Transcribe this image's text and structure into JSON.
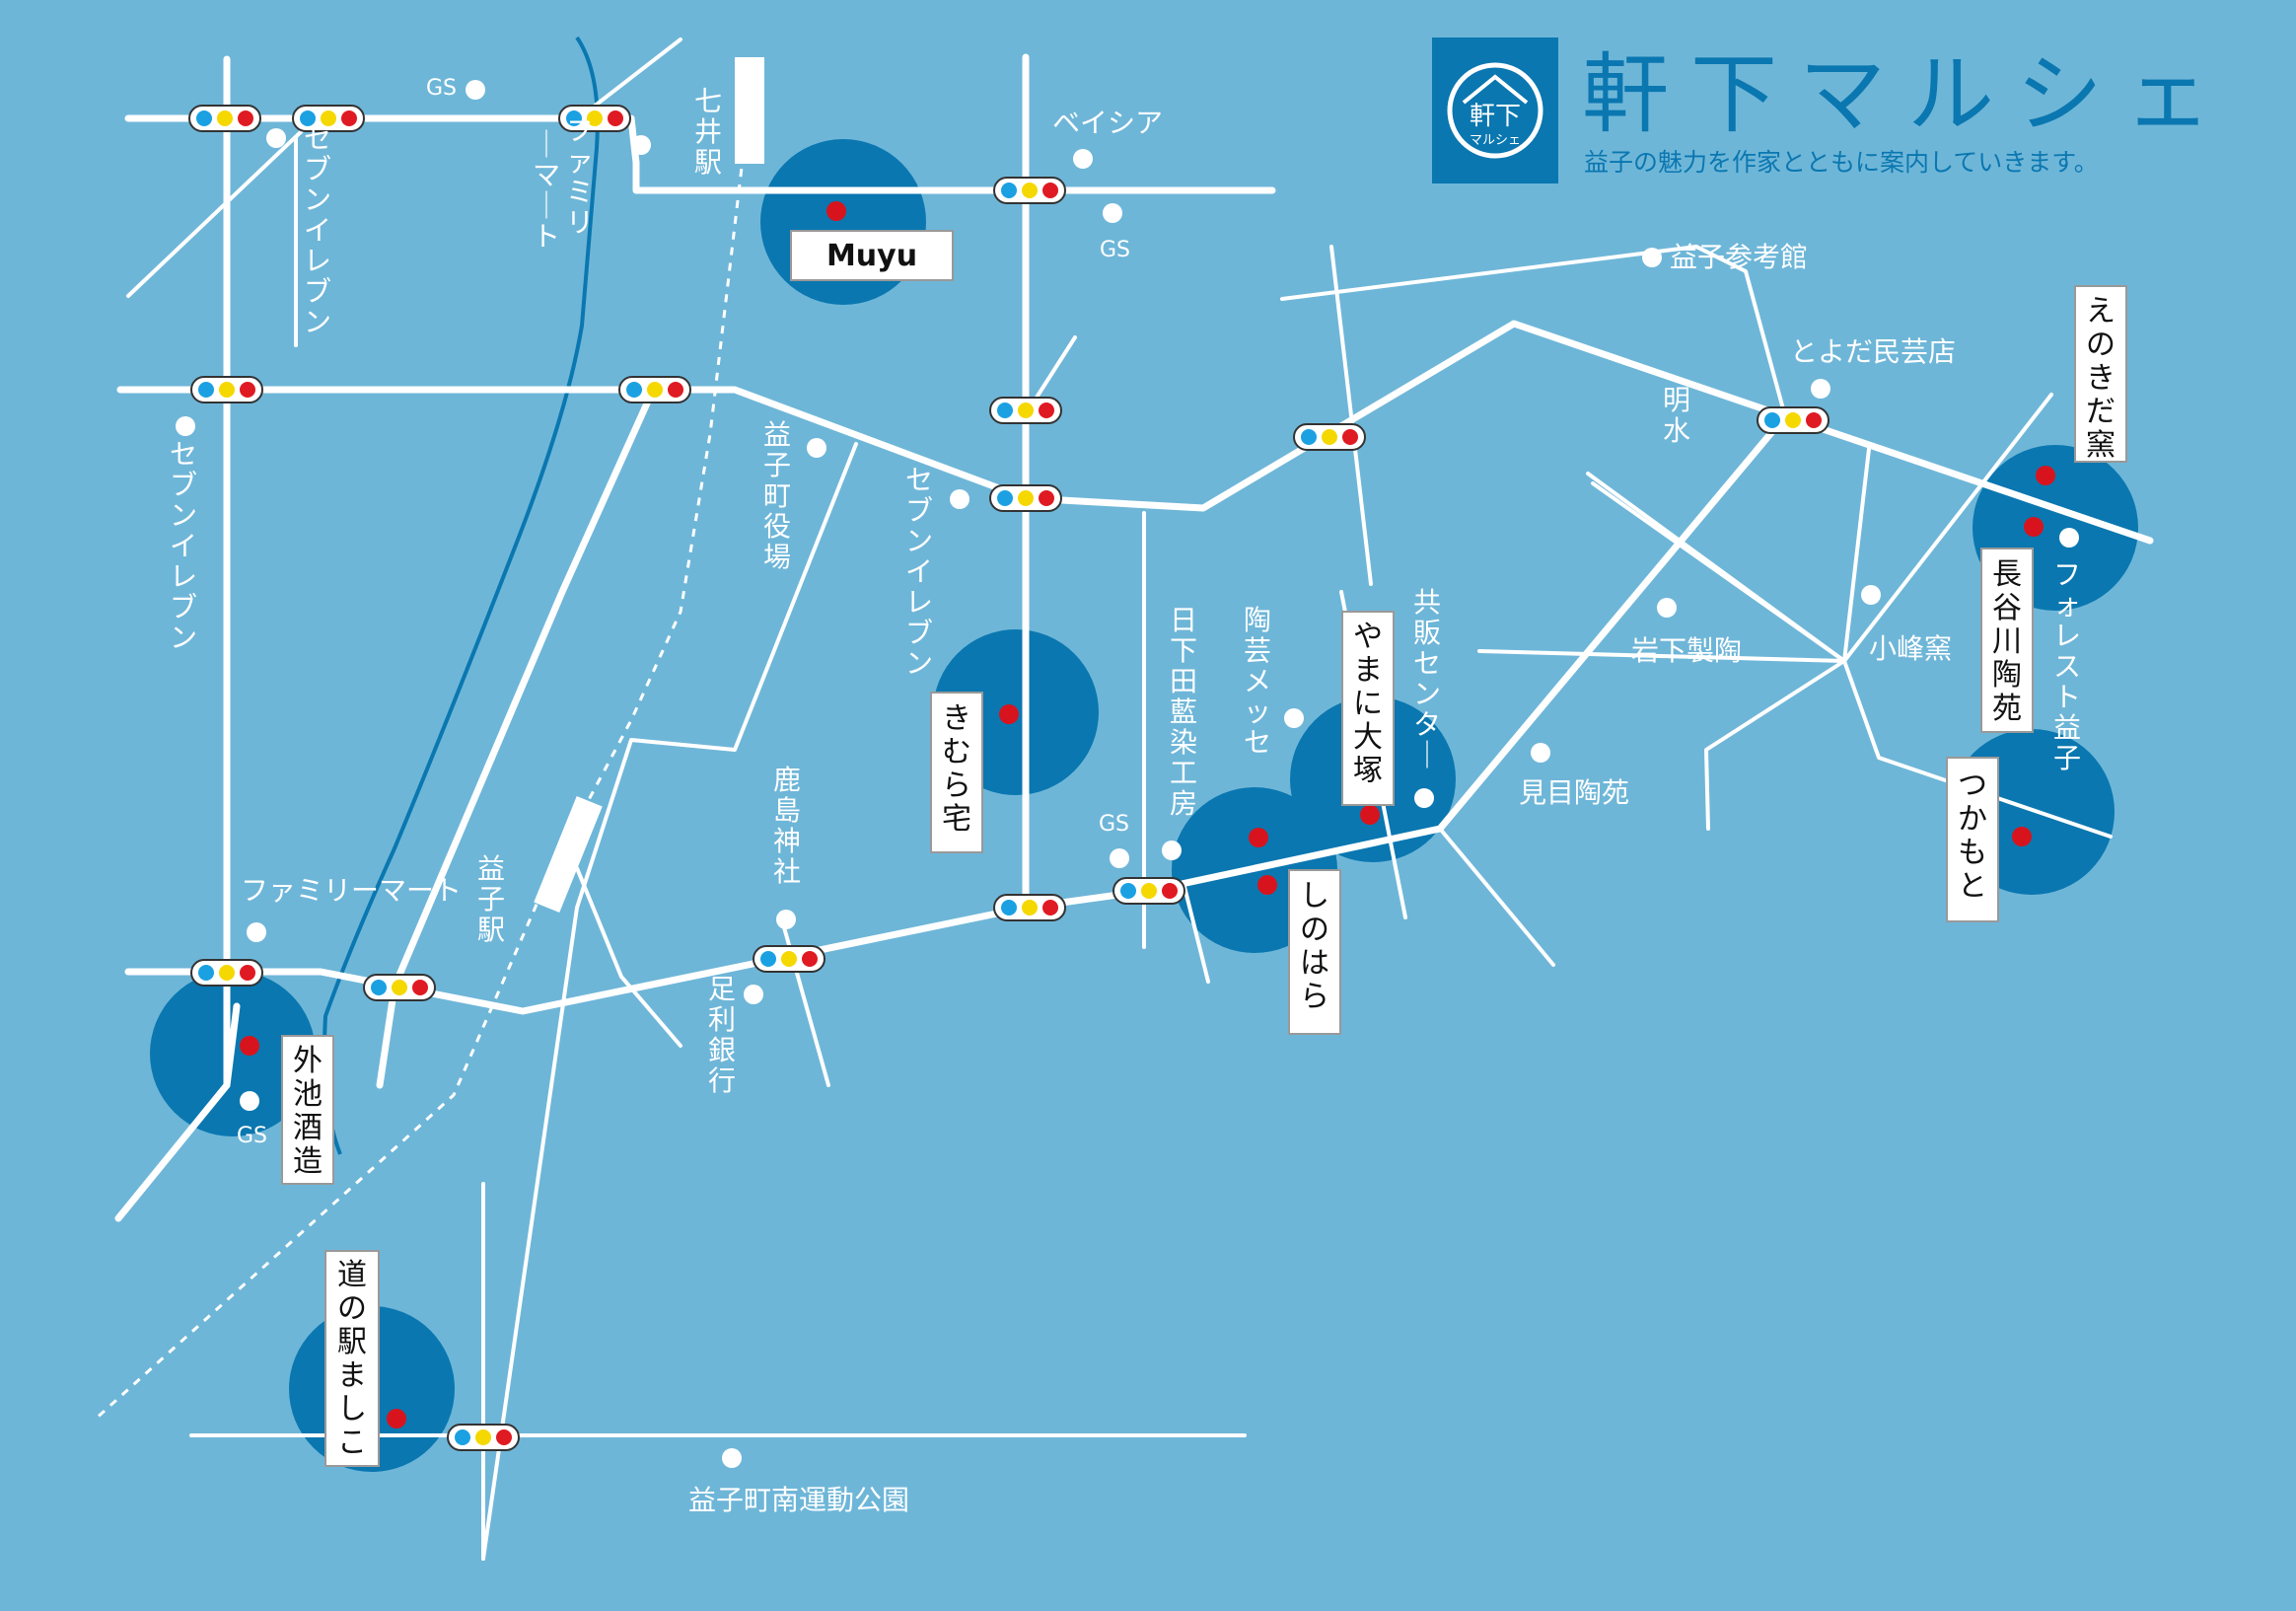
{
  "header": {
    "title": "軒下マルシェ",
    "subtitle": "益子の魅力を作家とともに案内していきます。",
    "logo_main": "軒下",
    "logo_sub": "マルシェ"
  },
  "colors": {
    "background": "#6eb6d8",
    "circle": "#0a77b0",
    "road": "#ffffff",
    "river": "#0a77b0",
    "marker": "#d7141d",
    "signal_blue": "#1ba1e2",
    "signal_yellow": "#f5d800",
    "signal_red": "#e01a22"
  },
  "venues": [
    {
      "name": "Muyu"
    },
    {
      "name": "きむら宅"
    },
    {
      "name": "外池酒造"
    },
    {
      "name": "道の駅ましこ"
    },
    {
      "name": "しのはら"
    },
    {
      "name": "やまに大塚"
    },
    {
      "name": "えのきだ窯"
    },
    {
      "name": "長谷川陶苑"
    },
    {
      "name": "つかもと"
    }
  ],
  "places": {
    "gs": "GS",
    "seven_eleven": "セブンイレブン",
    "family_mart_v": "ファミリーマート",
    "family_mart_h": "ファミリーマート",
    "nanai_station": "七井駅",
    "mashiko_station": "益子駅",
    "beisia": "ベイシア",
    "mashiko_sankokan": "益子参考館",
    "toyoda_mingei": "とよだ民芸店",
    "meisui": "明水",
    "town_office": "益子町役場",
    "kashima_shrine": "鹿島神社",
    "ashikaga_bank": "足利銀行",
    "higeta_koubou": "日下田藍染工房",
    "tougei_messe": "陶芸メッセ",
    "kyohan_center": "共販センター",
    "iwashita": "岩下製陶",
    "komine": "小峰窯",
    "forest_mashiko": "フォレスト益子",
    "mime_toen": "見目陶苑",
    "minami_park": "益子町南運動公園"
  }
}
